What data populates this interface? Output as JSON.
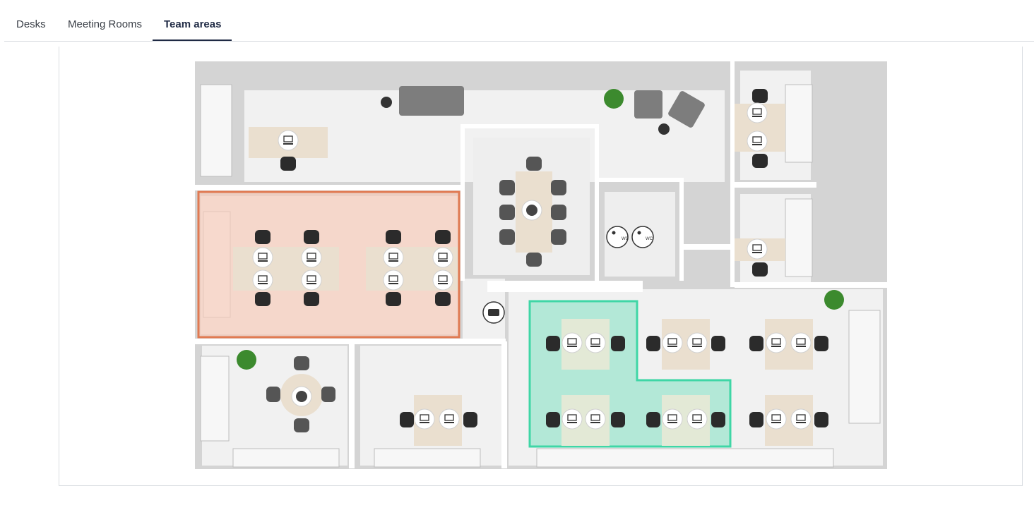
{
  "tabs": [
    {
      "label": "Desks",
      "active": false
    },
    {
      "label": "Meeting Rooms",
      "active": false
    },
    {
      "label": "Team areas",
      "active": true
    }
  ],
  "floorplan": {
    "restroom_label_women": "WC",
    "restroom_label_men": "WC",
    "team_area_colors": {
      "orange": "#e07a52",
      "green": "#3fd6a6"
    }
  }
}
